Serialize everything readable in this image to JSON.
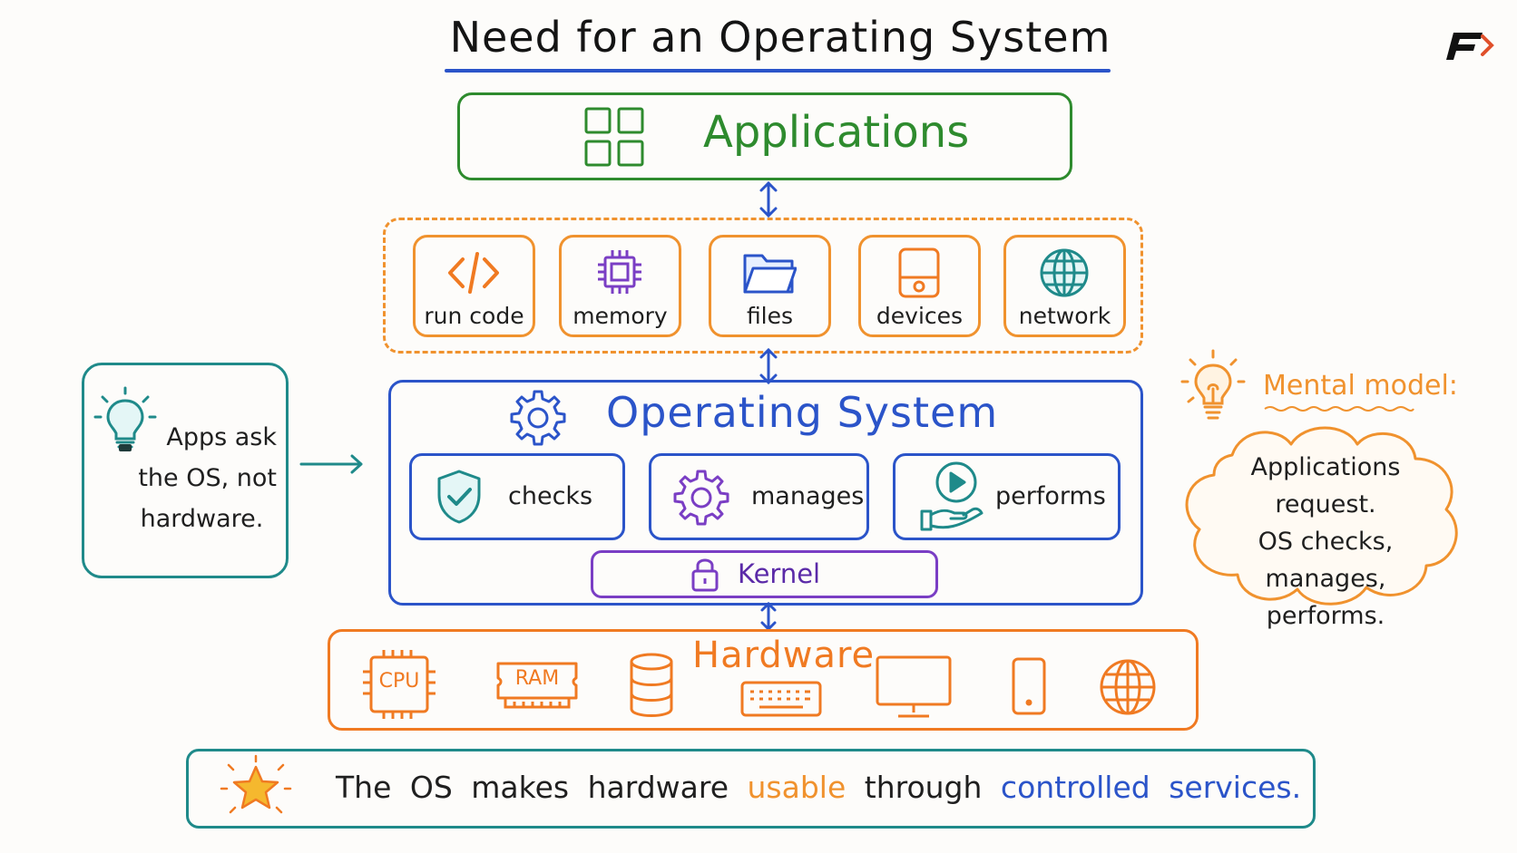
{
  "title": "Need for an Operating System",
  "applications": {
    "label": "Applications"
  },
  "services": [
    {
      "label": "run code",
      "icon": "code-icon"
    },
    {
      "label": "memory",
      "icon": "chip-icon"
    },
    {
      "label": "files",
      "icon": "folder-icon"
    },
    {
      "label": "devices",
      "icon": "device-icon"
    },
    {
      "label": "network",
      "icon": "globe-icon"
    }
  ],
  "os": {
    "label": "Operating System",
    "functions": [
      {
        "label": "checks",
        "icon": "shield-check-icon"
      },
      {
        "label": "manages",
        "icon": "gear-icon"
      },
      {
        "label": "performs",
        "icon": "hand-play-icon"
      }
    ],
    "kernel": "Kernel"
  },
  "hardware": {
    "label": "Hardware",
    "items": [
      "CPU",
      "RAM"
    ]
  },
  "tip": {
    "line1": "Apps ask",
    "line2": "the OS, not",
    "line3": "hardware."
  },
  "mental_model": {
    "label": "Mental model:",
    "line1": "Applications request.",
    "line2": "OS checks,",
    "line3": "manages, performs."
  },
  "bottom": {
    "part1": "The OS makes hardware",
    "part2": "usable",
    "part3": "through",
    "part4": "controlled services."
  },
  "colors": {
    "applications": "#2e8b2e",
    "services": "#f0922e",
    "os": "#2b54c9",
    "kernel": "#7a3ec4",
    "hardware": "#f07a22",
    "tip": "#1f8a8a"
  }
}
